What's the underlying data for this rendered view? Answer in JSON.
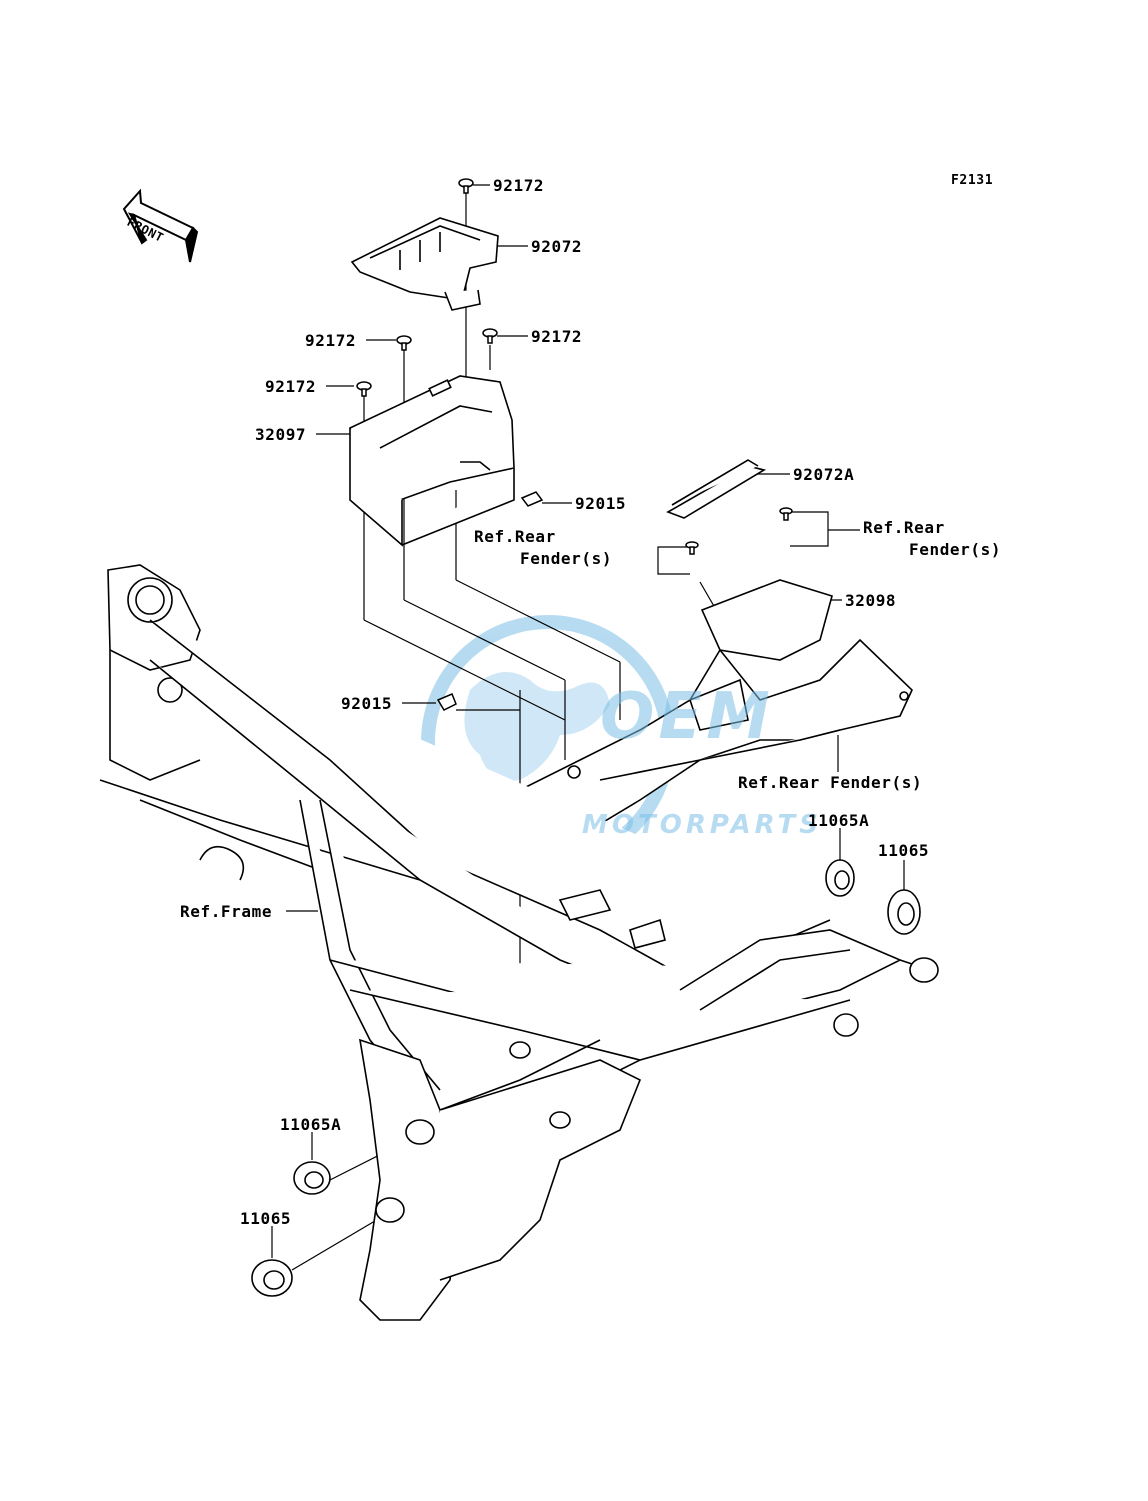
{
  "diagram": {
    "code": "F2131",
    "front_indicator": "FRONT",
    "watermark": {
      "brand": "OEM",
      "sub": "MOTORPARTS",
      "color": "#7bbfe6"
    },
    "parts": {
      "p92172_top": "92172",
      "p92072": "92072",
      "p92172_mid_left": "92172",
      "p92172_mid_right": "92172",
      "p92172_low_left": "92172",
      "p32097": "32097",
      "p92015_right": "92015",
      "p92072A": "92072A",
      "p32098": "32098",
      "p92015_left": "92015",
      "p11065A_right": "11065A",
      "p11065_right": "11065",
      "p11065A_left": "11065A",
      "p11065_left": "11065"
    },
    "refs": {
      "rear_fender_1": [
        "Ref.Rear",
        "Fender(s)"
      ],
      "rear_fender_2": [
        "Ref.Rear",
        "Fender(s)"
      ],
      "rear_fender_3": "Ref.Rear Fender(s)",
      "frame": "Ref.Frame"
    }
  }
}
